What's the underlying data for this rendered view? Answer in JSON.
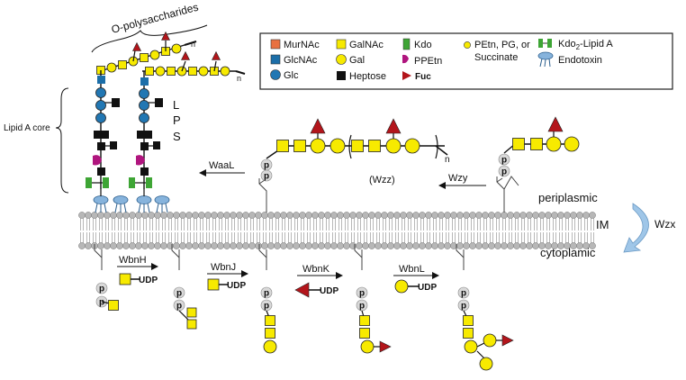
{
  "title_opolysaccharides": "O-polysaccharides",
  "subscript_n": "n",
  "label_lipid_a_core": "Lipid A core",
  "core_letters": [
    "L",
    "P",
    "S"
  ],
  "legend": {
    "col1": [
      "MurNAc",
      "GlcNAc",
      "Glc"
    ],
    "col2": [
      "GalNAc",
      "Gal",
      "Heptose"
    ],
    "col3": [
      "Kdo",
      "PPEtn",
      "Fuc"
    ],
    "col4_line1": "PEtn, PG, or",
    "col4_line2": "Succinate",
    "col5_line1": "Kdo",
    "col5_sub": "2",
    "col5_line1b": "-Lipid A",
    "col5_line2": "Endotoxin"
  },
  "enzymes": {
    "waal": "WaaL",
    "wzy": "Wzy",
    "wzz": "(Wzz)",
    "wzx": "Wzx",
    "wbnh": "WbnH",
    "wbnj": "WbnJ",
    "wbnk": "WbnK",
    "wbnl": "WbnL"
  },
  "compartments": {
    "periplasmic": "periplasmic",
    "im": "IM",
    "cytoplasmic": "cytoplamic"
  },
  "udp": "UDP",
  "phosphate": "p",
  "colors": {
    "galnac_yellow": "#f7ea00",
    "fuc_red": "#b3151b",
    "glc_blue": "#2277b3",
    "glcnac_blue": "#1c6ea8",
    "murnac_orange": "#e8703f",
    "kdo_green": "#3ea535",
    "ppetn_magenta": "#b0157e",
    "heptose_black": "#111111",
    "membrane_head": "#b7b7b7",
    "endotoxin_blue": "#86b3dc",
    "wzx_arrow": "#9fc6e8"
  }
}
